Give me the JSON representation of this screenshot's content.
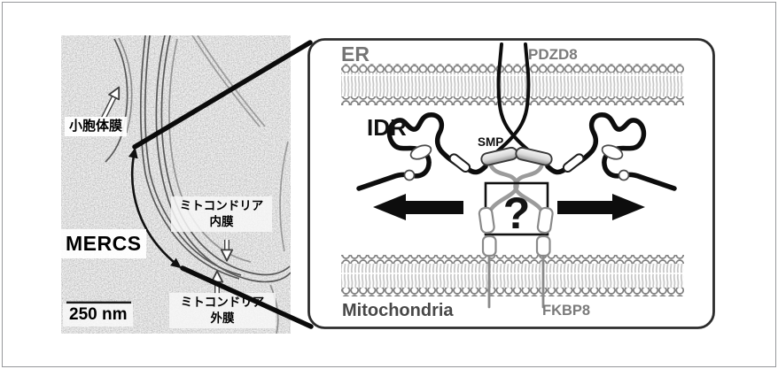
{
  "em_panel": {
    "er_membrane": "小胞体膜",
    "mercs": "MERCS",
    "mito_inner": [
      "ミトコンドリア",
      "内膜"
    ],
    "mito_outer": [
      "ミトコンドリア",
      "外膜"
    ],
    "scale_bar": "250 nm"
  },
  "schematic": {
    "er": "ER",
    "pdzd8": "PDZD8",
    "idr": "IDR",
    "smp": "SMP",
    "question": "?",
    "mitochondria": "Mitochondria",
    "fkbp8": "FKBP8"
  },
  "colors": {
    "callout_black": "#0b0b0b",
    "gray_label": "#7b7b7b",
    "mitochondria_label": "#484848",
    "membrane_head_outline": "#7d7d7d",
    "membrane_tail": "#c9c9c9",
    "smp_capsule_dark": "#8f8f8f",
    "pdzd8_tail_gray": "#9b9b9b",
    "em_background": "#9a9a9a",
    "panel_border": "#2c2c2c"
  }
}
